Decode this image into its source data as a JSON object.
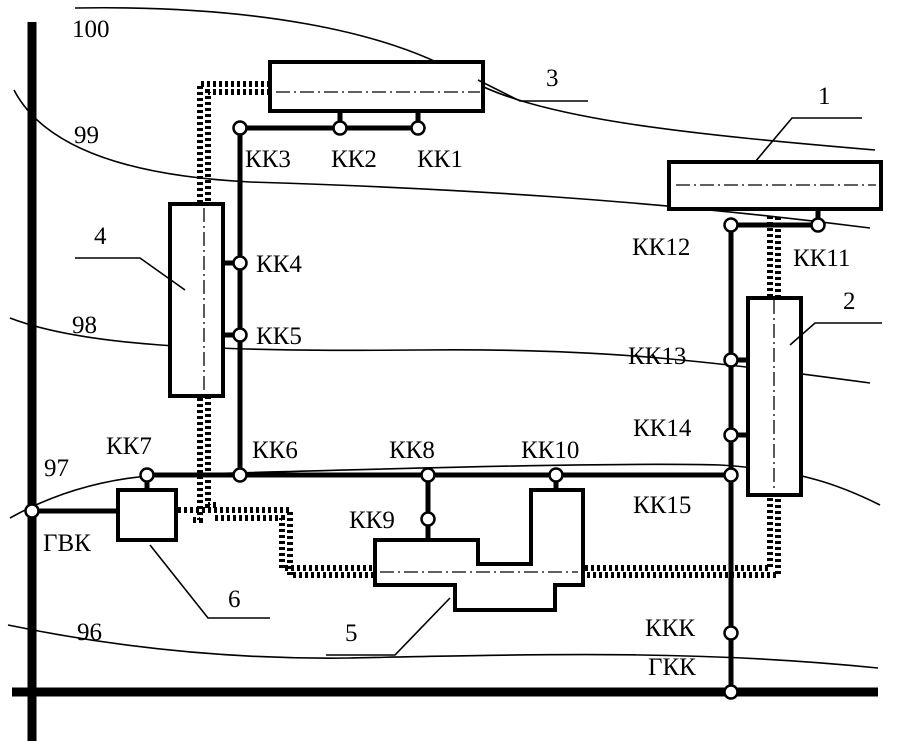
{
  "contour_levels": {
    "c100": "100",
    "c99": "99",
    "c98": "98",
    "c97": "97",
    "c96": "96"
  },
  "buildings": {
    "b1": "1",
    "b2": "2",
    "b3": "3",
    "b4": "4",
    "b5": "5",
    "b6": "6"
  },
  "wells": {
    "kk1": "КК1",
    "kk2": "КК2",
    "kk3": "КК3",
    "kk4": "КК4",
    "kk5": "КК5",
    "kk6": "КК6",
    "kk7": "КК7",
    "kk8": "КК8",
    "kk9": "КК9",
    "kk10": "КК10",
    "kk11": "КК11",
    "kk12": "КК12",
    "kk13": "КК13",
    "kk14": "КК14",
    "kk15": "КК15",
    "kkk": "ККК",
    "gkk": "ГКК",
    "gvk": "ГВК"
  }
}
